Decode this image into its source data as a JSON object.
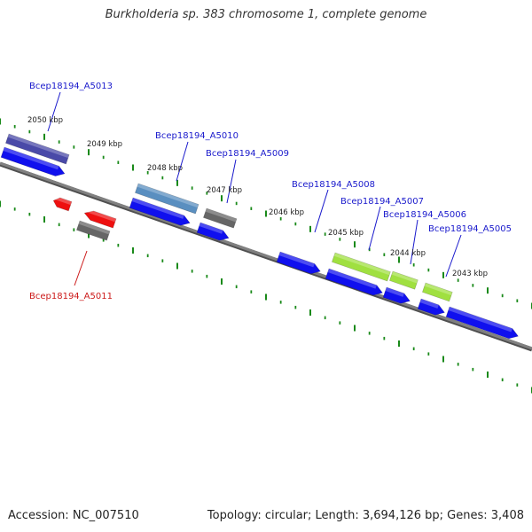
{
  "title": "Burkholderia sp. 383 chromosome 1, complete genome",
  "footer": {
    "accession": "Accession: NC_007510",
    "summary": "Topology: circular; Length: 3,694,126 bp; Genes: 3,408"
  },
  "colors": {
    "backbone": "#808080",
    "tick": "#1a8a1a",
    "cds_forward": "#1010ee",
    "cds_reverse": "#ee1010",
    "gene_gray": "#666666",
    "label_forward": "#1a1acc",
    "label_reverse": "#cc1a1a"
  },
  "kbp_labels": [
    "2050 kbp",
    "2049 kbp",
    "2048 kbp",
    "2047 kbp",
    "2046 kbp",
    "2045 kbp",
    "2044 kbp",
    "2043 kbp"
  ],
  "gene_labels": [
    {
      "text": "Bcep18194_A5013",
      "strand": "forward"
    },
    {
      "text": "Bcep18194_A5010",
      "strand": "forward"
    },
    {
      "text": "Bcep18194_A5009",
      "strand": "forward"
    },
    {
      "text": "Bcep18194_A5008",
      "strand": "forward"
    },
    {
      "text": "Bcep18194_A5007",
      "strand": "forward"
    },
    {
      "text": "Bcep18194_A5006",
      "strand": "forward"
    },
    {
      "text": "Bcep18194_A5005",
      "strand": "forward"
    },
    {
      "text": "Bcep18194_A5011",
      "strand": "reverse"
    }
  ]
}
